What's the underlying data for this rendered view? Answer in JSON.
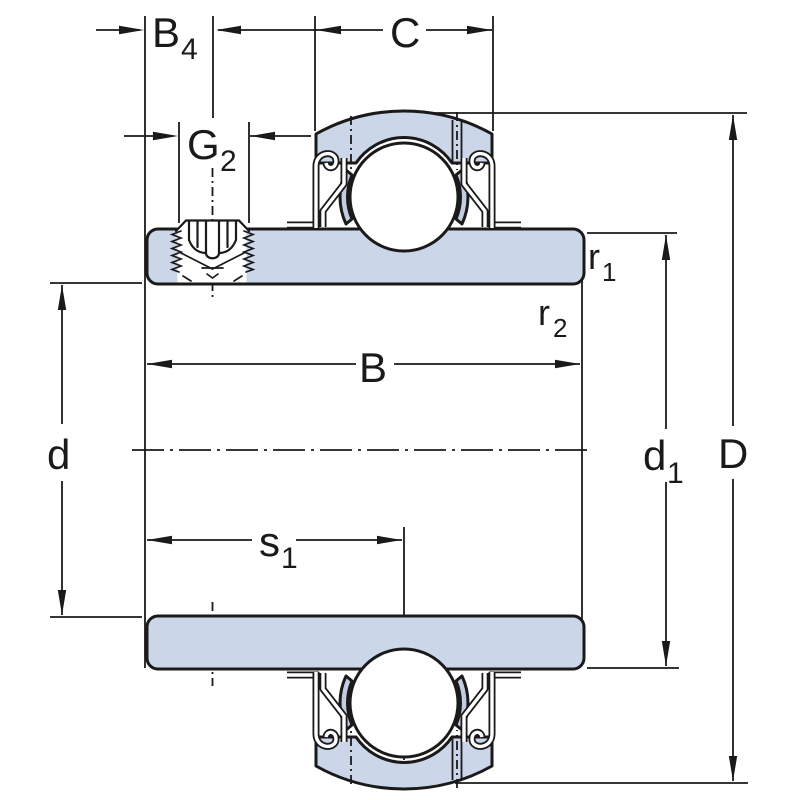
{
  "drawing": {
    "type": "Y-bearing insert-bearing cross-section dimension drawing",
    "labels": {
      "b4": {
        "main": "B",
        "sub": "4"
      },
      "c": {
        "main": "C",
        "sub": ""
      },
      "g2": {
        "main": "G",
        "sub": "2"
      },
      "r1": {
        "main": "r",
        "sub": "1"
      },
      "r2": {
        "main": "r",
        "sub": "2"
      },
      "b": {
        "main": "B",
        "sub": ""
      },
      "d": {
        "main": "d",
        "sub": ""
      },
      "s1": {
        "main": "s",
        "sub": "1"
      },
      "d1": {
        "main": "d",
        "sub": "1"
      },
      "dd": {
        "main": "D",
        "sub": ""
      }
    },
    "colors": {
      "ring_fill": "#ccd6e9",
      "cage_fill": "#c3cce0",
      "line": "#1a1a1a",
      "background": "#ffffff"
    }
  }
}
